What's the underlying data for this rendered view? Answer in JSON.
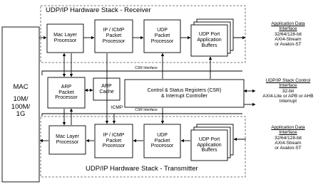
{
  "mac": {
    "label": "MAC",
    "speeds": "10M/\n100M/\n1G"
  },
  "receiver": {
    "title": "UDP/IP Hardware Stack - Receiver",
    "mac_layer": "Mac Layer\nProcessor",
    "ip_icmp": "IP / ICMP\nPacket\nProcessor",
    "udp": "UDP\nPacket\nProcessor",
    "udp_port": "UDP Port\nApplication\nBuffers"
  },
  "transmitter": {
    "title": "UDP/IP Hardware Stack - Transmitter",
    "mac_layer": "Mac Layer\nProcessor",
    "ip_icmp": "IP / ICMP\nPacket\nProcessor",
    "udp": "UDP\nPacket\nProcessor",
    "udp_port": "UDP Port\nApplication\nBuffers"
  },
  "middle": {
    "arp_processor": "ARP\nPacket\nProcessor",
    "arp_cache": "ARP\nCache",
    "csr": "Control & Status Registers (CSR)\n& Interrupt Controller",
    "csr_interface_top": "CSR Interface",
    "csr_interface_bottom": "CSR Interface",
    "icmp": "ICMP"
  },
  "right": {
    "app_rx_title": "Application Data\nInterface",
    "app_rx_body": "32/64/128-bit\nAXI4-Stream\nor Avalon-ST",
    "ctrl_title": "UDP/IP Stack Control\nInterface",
    "ctrl_body": "32-bit\nAXI4-Lite or APB or AHB\nInterrupt",
    "app_tx_title": "Application Data\nInterface",
    "app_tx_body": "32/64/128-bit\nAXI4-Stream\nor Avalon-ST"
  }
}
